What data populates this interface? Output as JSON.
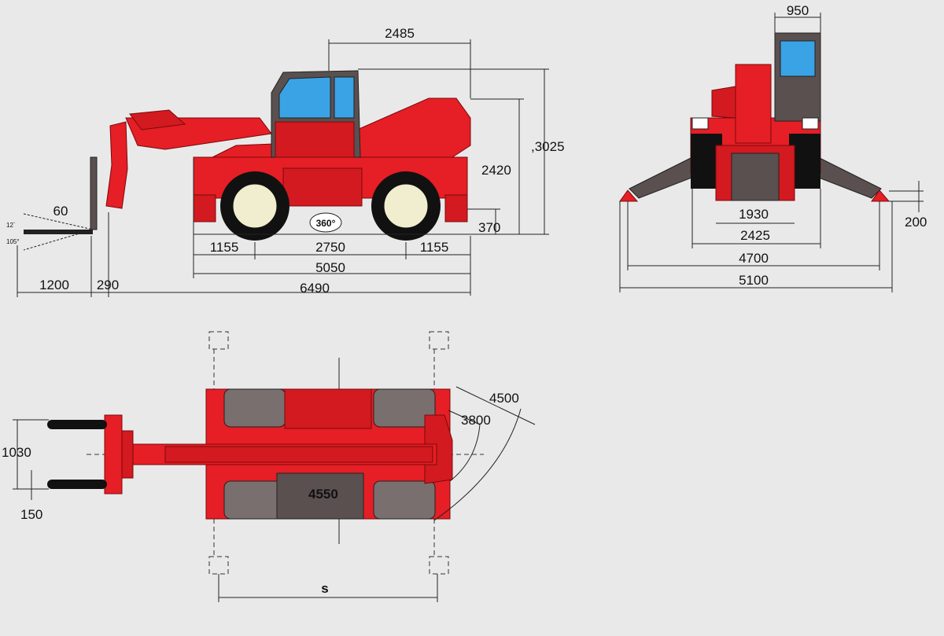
{
  "side_view": {
    "dims": {
      "cab_to_rear": "2485",
      "overall_height": ",3025",
      "cab_height": "2420",
      "ground_clearance": "370",
      "fork_length": "60",
      "tilt_up": "12`",
      "tilt_down": "105°",
      "front_overhang": "1155",
      "wheelbase": "2750",
      "rear_overhang": "1155",
      "length_no_forks": "5050",
      "fork_reach": "1200",
      "fork_offset": "290",
      "overall_length": "6490"
    },
    "rotation_badge": "360°"
  },
  "front_view": {
    "dims": {
      "cab_width": "950",
      "outrigger_lift": "200",
      "track_width": "1930",
      "overall_width": "2425",
      "stabilizer_span_inner": "4700",
      "stabilizer_span_outer": "5100"
    }
  },
  "top_view": {
    "dims": {
      "fork_spread": "1030",
      "fork_width": "150",
      "turning_radius_inner": "3800",
      "turning_radius_outer": "4500",
      "tail_radius": "4550",
      "stabilizer_spacing": "s"
    }
  },
  "colors": {
    "machine_red": "#e61e25",
    "counterweight_grey": "#5a5050",
    "cab_glass": "#3aa3e6",
    "background": "#e9e9ea"
  }
}
